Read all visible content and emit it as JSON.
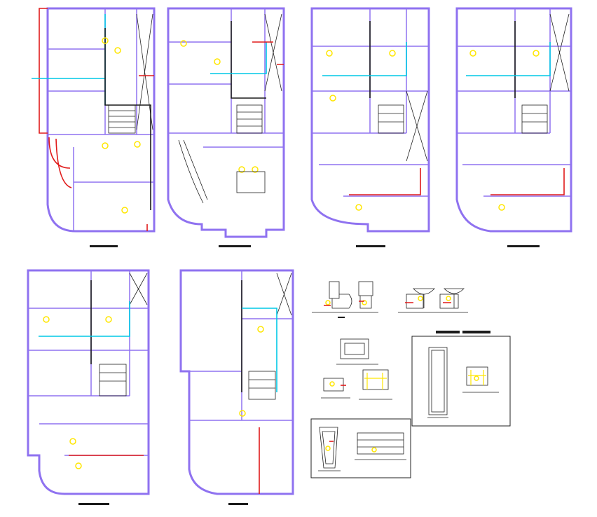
{
  "colors": {
    "wall": "#8f72f0",
    "water_cold": "#00c8e6",
    "water_hot": "#e01a1a",
    "drain": "#1a1a1a",
    "fixture": "#ffe600",
    "line": "#222222"
  },
  "sheets": [
    {
      "id": "ground-floor"
    },
    {
      "id": "first-floor"
    },
    {
      "id": "second-floor"
    },
    {
      "id": "third-floor"
    },
    {
      "id": "fourth-floor"
    },
    {
      "id": "roof"
    }
  ],
  "details": [
    {
      "id": "wc-elevations"
    },
    {
      "id": "basin-elevations"
    },
    {
      "id": "tank-details"
    },
    {
      "id": "framed-detail-right"
    },
    {
      "id": "framed-detail-bottom"
    }
  ]
}
